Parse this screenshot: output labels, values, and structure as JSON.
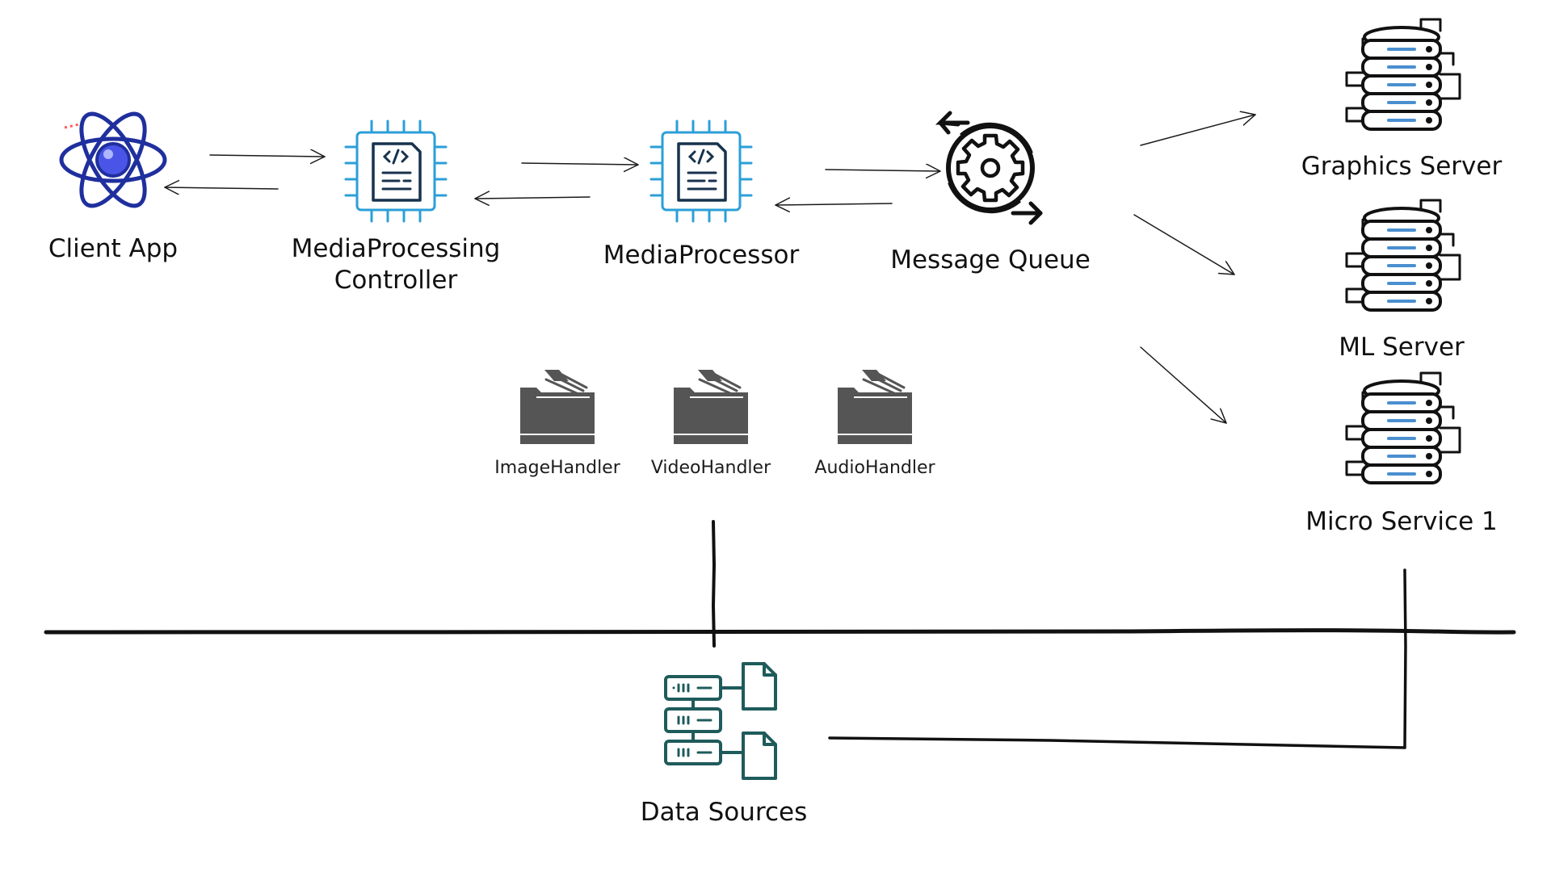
{
  "nodes": {
    "client_app": "Client App",
    "controller_line1": "MediaProcessing",
    "controller_line2": "Controller",
    "media_processor": "MediaProcessor",
    "message_queue": "Message Queue",
    "graphics_server": "Graphics Server",
    "ml_server": "ML Server",
    "micro_service": "Micro Service 1",
    "image_handler": "ImageHandler",
    "video_handler": "VideoHandler",
    "audio_handler": "AudioHandler",
    "data_sources": "Data Sources"
  },
  "icons": {
    "client_app": "atom-icon",
    "controller": "chip-icon",
    "media_processor": "chip-icon",
    "message_queue": "gear-cycle-icon",
    "servers": "server-stack-icon",
    "handlers": "folder-icon",
    "data_sources": "database-files-icon"
  },
  "colors": {
    "atom": "#1f2f9e",
    "chip": "#2b9fd8",
    "chip_doc": "#17324d",
    "server_stripe": "#4a8fd0",
    "folder": "#555555",
    "data_sources": "#1f5b5b"
  }
}
